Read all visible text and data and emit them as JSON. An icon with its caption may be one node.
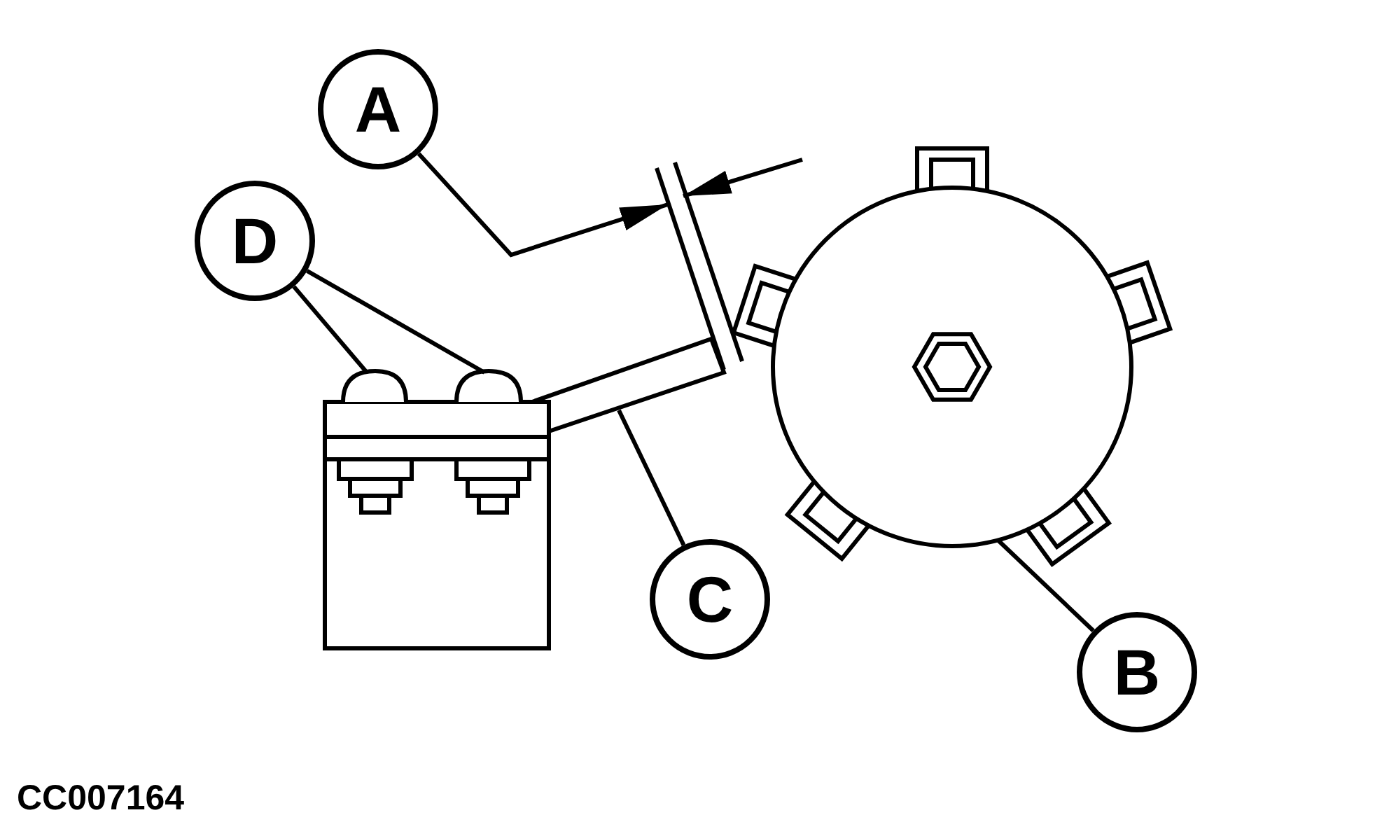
{
  "diagram": {
    "nodes": [
      {
        "text": [
          "A"
        ]
      },
      {
        "text": [
          "D"
        ]
      },
      {
        "text": [
          "C"
        ]
      },
      {
        "text": [
          "B"
        ]
      },
      {
        "text": [],
        "shape": "picture"
      },
      {
        "text": [],
        "shape": "picture"
      },
      {
        "text": [],
        "shape": "picture"
      },
      {
        "text": [],
        "shape": "picture"
      }
    ],
    "edges": [
      {
        "from": 0,
        "to": null,
        "arrow": "to"
      },
      {
        "from": 1,
        "to": 4,
        "arrow": "none"
      },
      {
        "from": 1,
        "to": 5,
        "arrow": "none"
      },
      {
        "from": 2,
        "to": 6,
        "arrow": "none"
      },
      {
        "from": 3,
        "to": 7,
        "arrow": "none"
      }
    ],
    "labels": [
      "CC007164"
    ]
  }
}
